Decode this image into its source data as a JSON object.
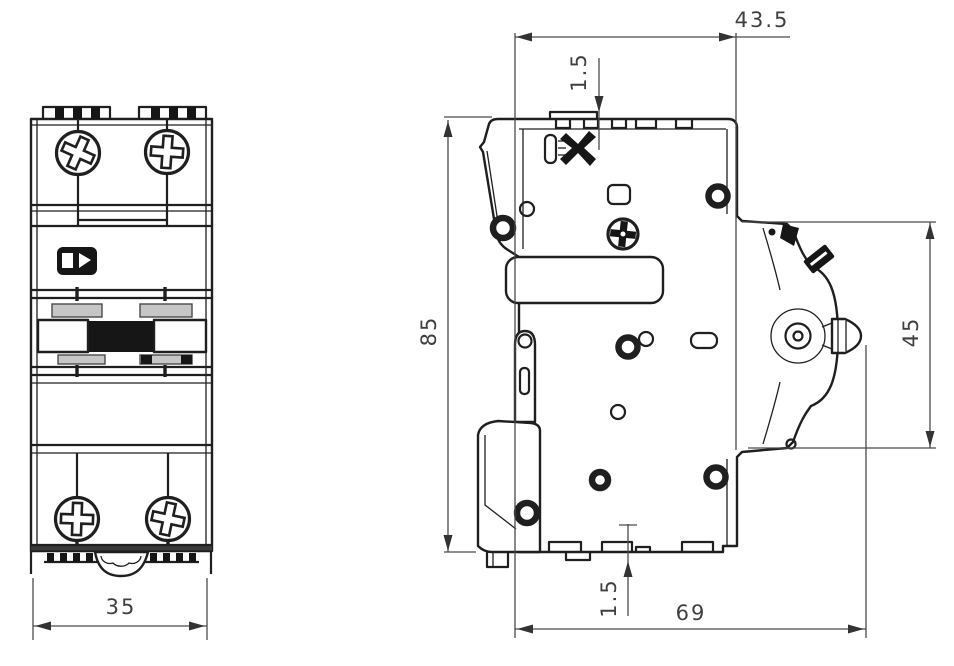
{
  "colors": {
    "line": "#1f1f1f",
    "dimension_line": "#4a4a4a",
    "dimension_text": "#3f3f3f",
    "background": "#ffffff"
  },
  "drawing": {
    "dimensions": {
      "side_top_width": "43.5",
      "side_top_lip": "1.5",
      "side_height": "85",
      "side_mount_height": "45",
      "side_depth": "69",
      "side_bottom_lip": "1.5",
      "front_width": "35"
    }
  }
}
